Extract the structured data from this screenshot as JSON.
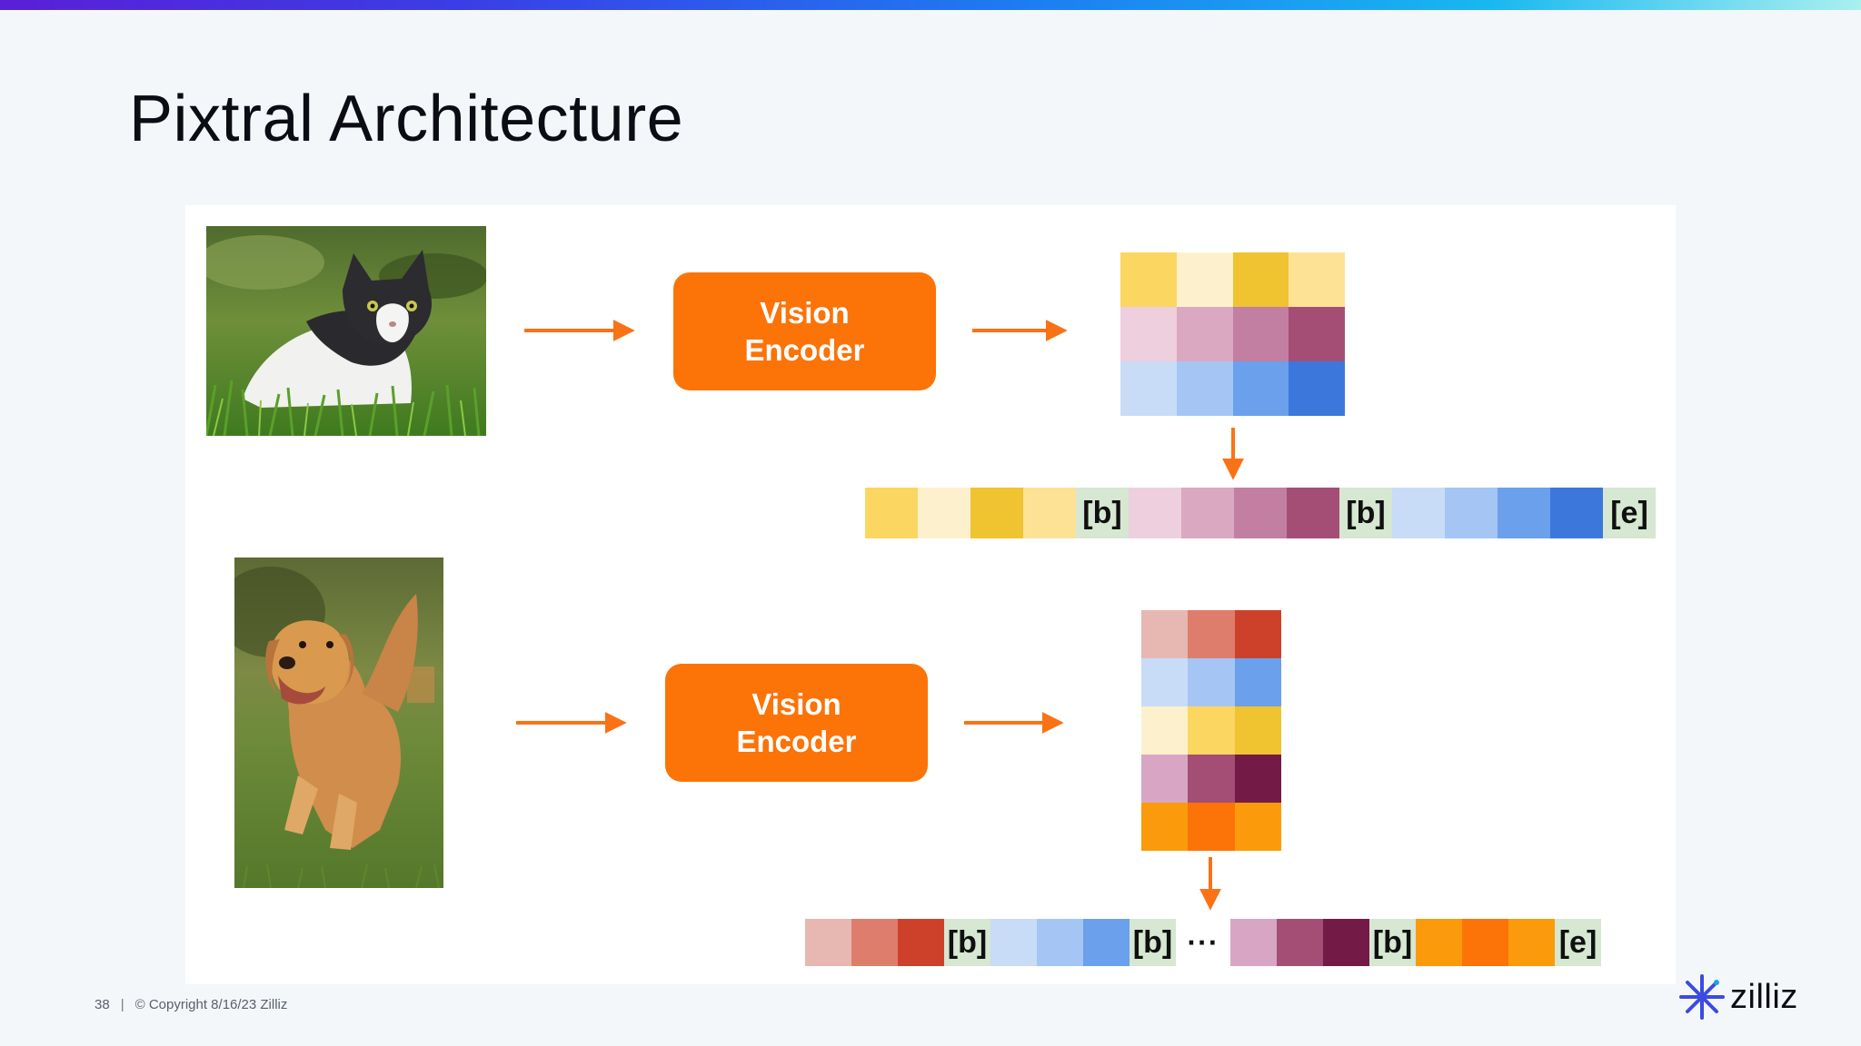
{
  "slide": {
    "title": "Pixtral Architecture",
    "page_number": "38",
    "copyright": "© Copyright  8/16/23  Zilliz",
    "brand": "zilliz"
  },
  "colors": {
    "accent": "#fc7308",
    "token_bg": "#d6e7d2",
    "brand_star": "#3b4be0"
  },
  "diagram": {
    "rows": [
      {
        "image": "cat-photo",
        "encoder_label": "Vision\nEncoder",
        "grid": {
          "columns": 4,
          "colors": [
            "#fbd661",
            "#fdf1cd",
            "#f0c331",
            "#fde296",
            "#eecfdd",
            "#dba8c1",
            "#c27fa2",
            "#a44e76",
            "#c8dcf7",
            "#a5c6f4",
            "#6ba0ec",
            "#3c78dc"
          ]
        },
        "sequence": [
          {
            "color": "#fbd661"
          },
          {
            "color": "#fdf1cd"
          },
          {
            "color": "#f0c331"
          },
          {
            "color": "#fde296"
          },
          {
            "token": "[b]"
          },
          {
            "color": "#eecfdd"
          },
          {
            "color": "#dba8c1"
          },
          {
            "color": "#c27fa2"
          },
          {
            "color": "#a44e76"
          },
          {
            "token": "[b]"
          },
          {
            "color": "#c8dcf7"
          },
          {
            "color": "#a5c6f4"
          },
          {
            "color": "#6ba0ec"
          },
          {
            "color": "#3c78dc"
          },
          {
            "token": "[e]"
          }
        ]
      },
      {
        "image": "dog-photo",
        "encoder_label": "Vision\nEncoder",
        "grid": {
          "columns": 3,
          "colors": [
            "#e7b7b1",
            "#df7d6c",
            "#cd412b",
            "#c8dcf7",
            "#a5c6f4",
            "#6ba0ec",
            "#fdf1cd",
            "#fbd661",
            "#f0c331",
            "#d8a6c4",
            "#a44e76",
            "#741a47",
            "#fb9a0a",
            "#fc7308",
            "#fb9a0a"
          ]
        },
        "sequence": [
          {
            "color": "#e7b7b1"
          },
          {
            "color": "#df7d6c"
          },
          {
            "color": "#cd412b"
          },
          {
            "token": "[b]"
          },
          {
            "color": "#c8dcf7"
          },
          {
            "color": "#a5c6f4"
          },
          {
            "color": "#6ba0ec"
          },
          {
            "token": "[b]"
          },
          {
            "ellipsis": "···"
          },
          {
            "color": "#d8a6c4"
          },
          {
            "color": "#a44e76"
          },
          {
            "color": "#741a47"
          },
          {
            "token": "[b]"
          },
          {
            "color": "#fb9a0a"
          },
          {
            "color": "#fc7308"
          },
          {
            "color": "#fb9a0a"
          },
          {
            "token": "[e]"
          }
        ]
      }
    ]
  }
}
